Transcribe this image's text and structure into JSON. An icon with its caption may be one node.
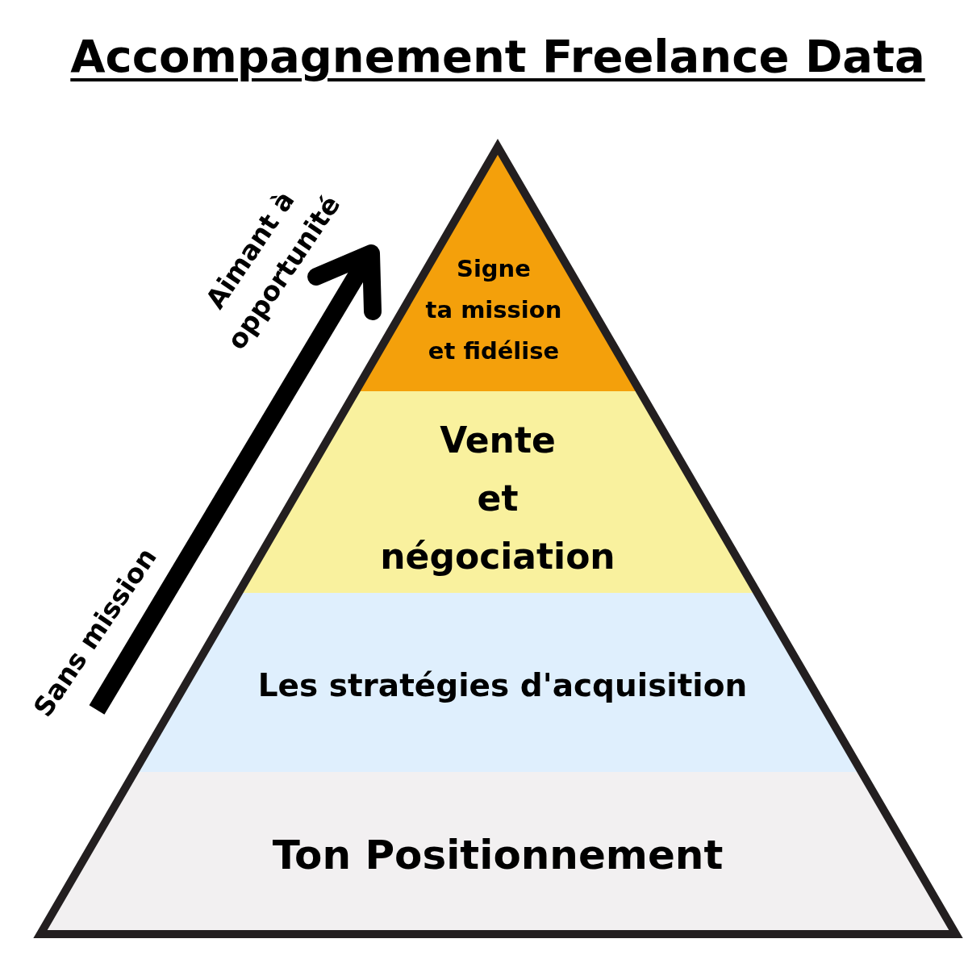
{
  "diagram": {
    "title": "Accompagnement Freelance Data",
    "nodes": [
      {
        "text": [
          "Signe ta mission et fidélise"
        ]
      },
      {
        "text": [
          "Vente et négociation"
        ]
      },
      {
        "text": [
          "Les stratégies d'acquisition"
        ]
      },
      {
        "text": [
          "Ton Positionnement"
        ]
      }
    ],
    "labels": [
      "Aimant à opportunité",
      "Sans mission"
    ]
  }
}
